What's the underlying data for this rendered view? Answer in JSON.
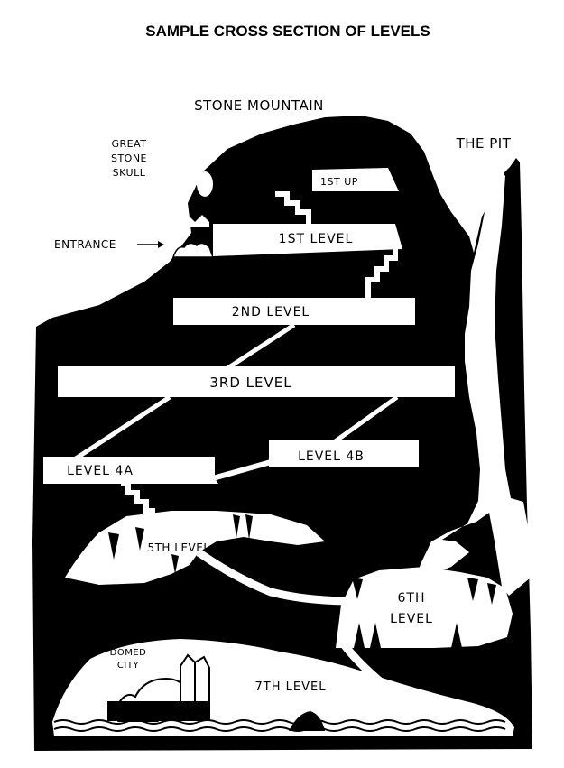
{
  "title": "SAMPLE CROSS SECTION OF LEVELS",
  "labels": {
    "mountain": "STONE MOUNTAIN",
    "pit": "THE PIT",
    "skull_line1": "GREAT",
    "skull_line2": "STONE",
    "skull_line3": "SKULL",
    "entrance": "ENTRANCE",
    "level_1up": "1ST UP",
    "level_1": "1ST LEVEL",
    "level_2": "2ND LEVEL",
    "level_3": "3RD LEVEL",
    "level_4a": "LEVEL 4A",
    "level_4b": "LEVEL 4B",
    "level_5": "5TH LEVEL",
    "level_6_line1": "6TH",
    "level_6_line2": "LEVEL",
    "level_7": "7TH LEVEL",
    "city_line1": "DOMED",
    "city_line2": "CITY"
  },
  "colors": {
    "rock": "#000000",
    "passage": "#ffffff"
  }
}
